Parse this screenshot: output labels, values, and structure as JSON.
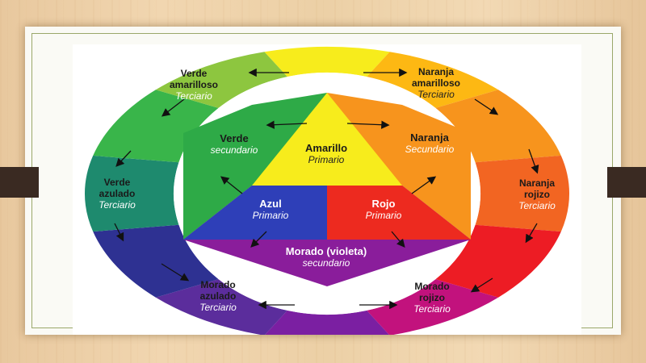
{
  "labels": {
    "verde_amarilloso": {
      "name": "Verde\namarilloso",
      "type": "Terciario"
    },
    "naranja_amarilloso": {
      "name": "Naranja\namarilloso",
      "type": "Terciario"
    },
    "verde_azulado": {
      "name": "Verde\nazulado",
      "type": "Terciario"
    },
    "naranja_rojizo": {
      "name": "Naranja\nrojizo",
      "type": "Terciario"
    },
    "morado_azulado": {
      "name": "Morado\nazulado",
      "type": "Terciario"
    },
    "morado_rojizo": {
      "name": "Morado\nrojizo",
      "type": "Terciario"
    },
    "verde": {
      "name": "Verde",
      "type": "secundario"
    },
    "naranja": {
      "name": "Naranja",
      "type": "Secundario"
    },
    "amarillo": {
      "name": "Amarillo",
      "type": "Primario"
    },
    "azul": {
      "name": "Azul",
      "type": "Primario"
    },
    "rojo": {
      "name": "Rojo",
      "type": "Primario"
    },
    "morado": {
      "name": "Morado (violeta)",
      "type": "secundario"
    }
  },
  "colors": {
    "yellow": "#f7ec1c",
    "yellow_orange": "#fdb813",
    "orange": "#f7941d",
    "red_orange": "#f26522",
    "red": "#ed1c24",
    "red_violet": "#c2127d",
    "violet": "#7b1fa2",
    "blue_violet": "#5b2d9c",
    "blue": "#2e3192",
    "blue_green": "#1e8a6e",
    "green": "#39b54a",
    "yellow_green": "#8dc63f"
  }
}
